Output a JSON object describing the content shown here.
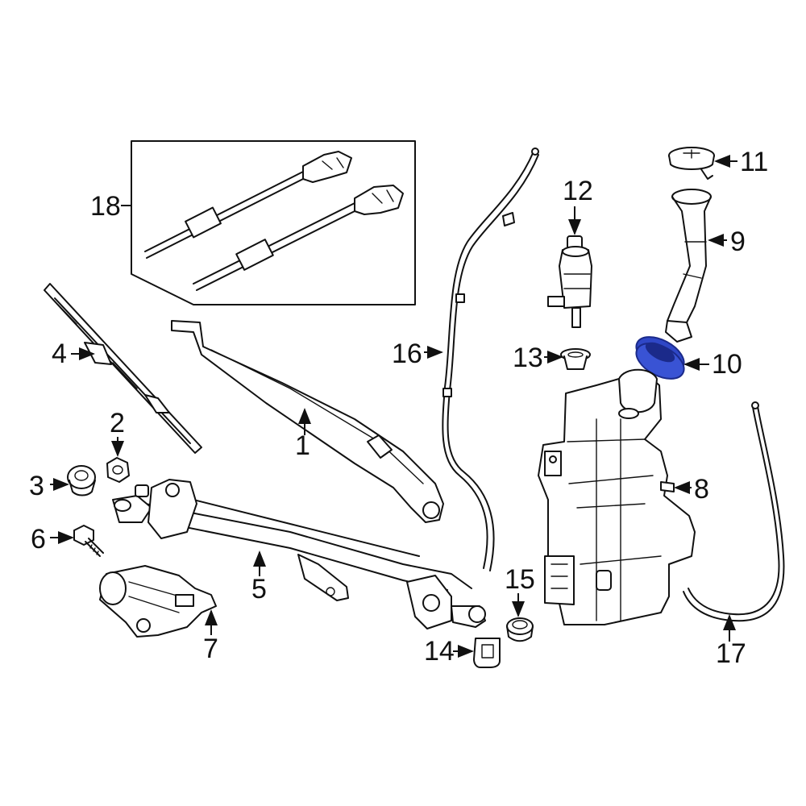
{
  "callouts": [
    {
      "id": "1",
      "text": "1"
    },
    {
      "id": "2",
      "text": "2"
    },
    {
      "id": "3",
      "text": "3"
    },
    {
      "id": "4",
      "text": "4"
    },
    {
      "id": "5",
      "text": "5"
    },
    {
      "id": "6",
      "text": "6"
    },
    {
      "id": "7",
      "text": "7"
    },
    {
      "id": "8",
      "text": "8"
    },
    {
      "id": "9",
      "text": "9"
    },
    {
      "id": "10",
      "text": "10"
    },
    {
      "id": "11",
      "text": "11"
    },
    {
      "id": "12",
      "text": "12"
    },
    {
      "id": "13",
      "text": "13"
    },
    {
      "id": "14",
      "text": "14"
    },
    {
      "id": "15",
      "text": "15"
    },
    {
      "id": "16",
      "text": "16"
    },
    {
      "id": "17",
      "text": "17"
    },
    {
      "id": "18",
      "text": "18"
    }
  ],
  "highlight": {
    "part": "10",
    "color": "#2f47c6"
  }
}
